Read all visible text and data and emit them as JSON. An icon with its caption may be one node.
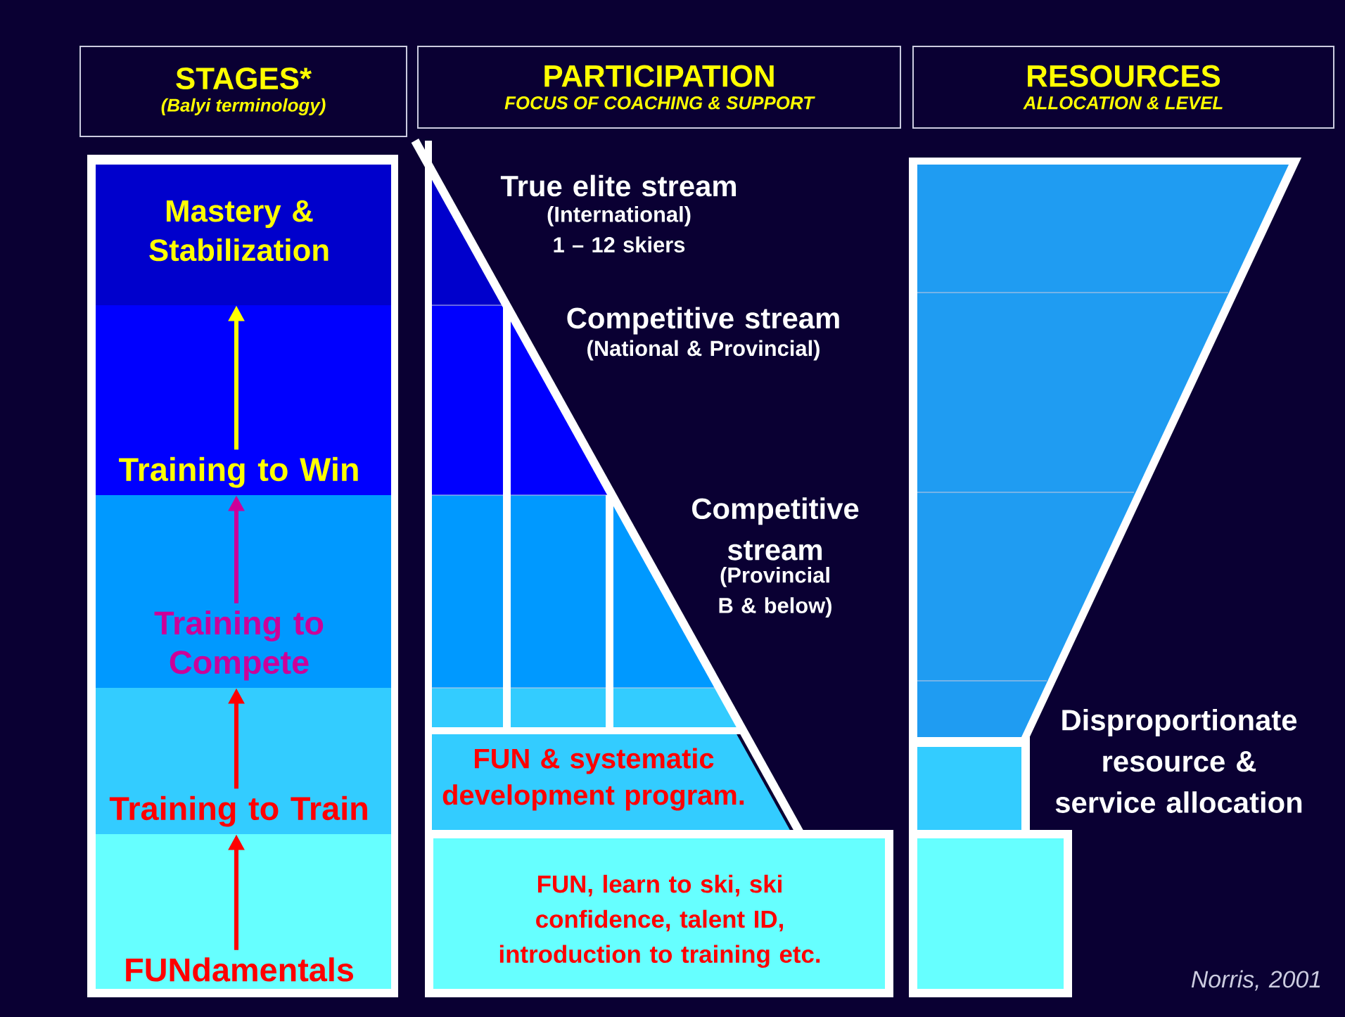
{
  "diagram": {
    "nodes": [
      {
        "text": [
          "STAGES*",
          "(Balyi terminology)"
        ]
      },
      {
        "text": [
          "PARTICIPATION",
          "FOCUS OF COACHING & SUPPORT"
        ]
      },
      {
        "text": [
          "RESOURCES",
          "ALLOCATION & LEVEL"
        ]
      },
      {
        "text": [
          "Mastery & Stabilization"
        ]
      },
      {
        "text": [
          "Training to Win"
        ]
      },
      {
        "text": [
          "Training to Compete"
        ]
      },
      {
        "text": [
          "Training to Train"
        ]
      },
      {
        "text": [
          "FUNdamentals"
        ]
      },
      {
        "text": [
          "FUN & systematic development program."
        ]
      },
      {
        "text": [
          "FUN, learn to ski, ski confidence, talent ID, introduction to training etc."
        ]
      }
    ],
    "edges": [
      {
        "from": 7,
        "to": 6,
        "arrow": "to"
      },
      {
        "from": 6,
        "to": 5,
        "arrow": "to"
      },
      {
        "from": 5,
        "to": 4,
        "arrow": "to",
        "color": "#cc0099"
      },
      {
        "from": 4,
        "to": 3,
        "arrow": "to",
        "color": "#ffff00"
      }
    ],
    "labels": [
      "True elite stream",
      "(International) 1 – 12 skiers",
      "Competitive stream",
      "(National & Provincial)",
      "Competitive stream",
      "(Provincial B & below)",
      "Disproportionate resource & service allocation",
      "Norris, 2001"
    ]
  }
}
